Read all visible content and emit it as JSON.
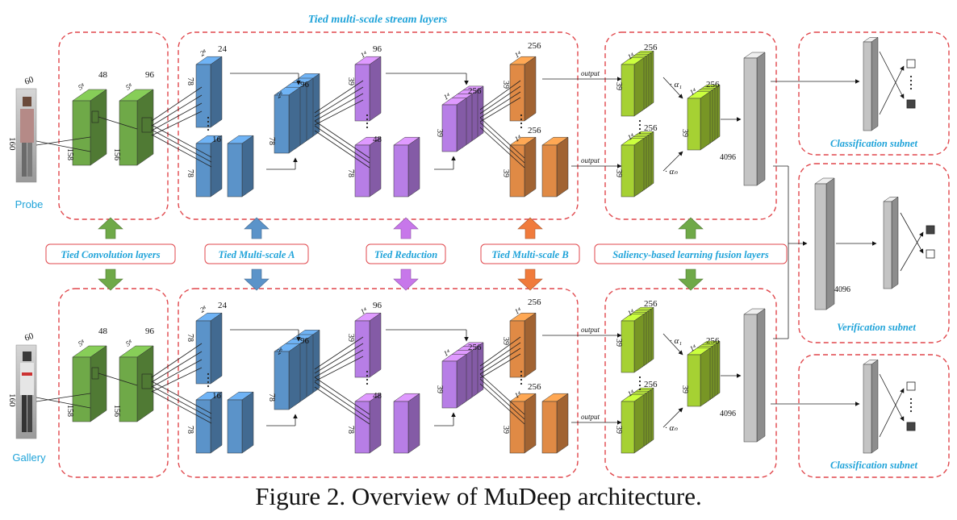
{
  "caption": "Figure 2. Overview of MuDeep architecture.",
  "labels": {
    "tied_stream": "Tied multi-scale stream layers",
    "tied_conv": "Tied Convolution layers",
    "tied_msa": "Tied Multi-scale A",
    "tied_red": "Tied Reduction",
    "tied_msb": "Tied Multi-scale B",
    "saliency": "Saliency-based learning fusion layers",
    "classification": "Classification subnet",
    "verification": "Verification subnet",
    "probe": "Probe",
    "gallery": "Gallery"
  },
  "dims": {
    "d160": "160",
    "d60": "60",
    "d158": "158",
    "d156": "156",
    "d48": "48",
    "d96": "96",
    "d58": "5⁸",
    "d24": "24",
    "d16": "16",
    "d78": "78",
    "d28": "2⁸",
    "d14": "1⁴",
    "d39": "39",
    "d256": "256",
    "d4096": "4096",
    "output": "output",
    "alpha1": "α₁",
    "alphan": "αₙ"
  },
  "colors": {
    "green_block": "#6fa948",
    "blue_block": "#5b93c9",
    "purple_block": "#b77ee6",
    "orange_block": "#e08a45",
    "lime_block": "#a6d133",
    "gray_block": "#c4c4c4",
    "dashed_border": "#e0474c",
    "title_text": "#1fa3d9"
  }
}
